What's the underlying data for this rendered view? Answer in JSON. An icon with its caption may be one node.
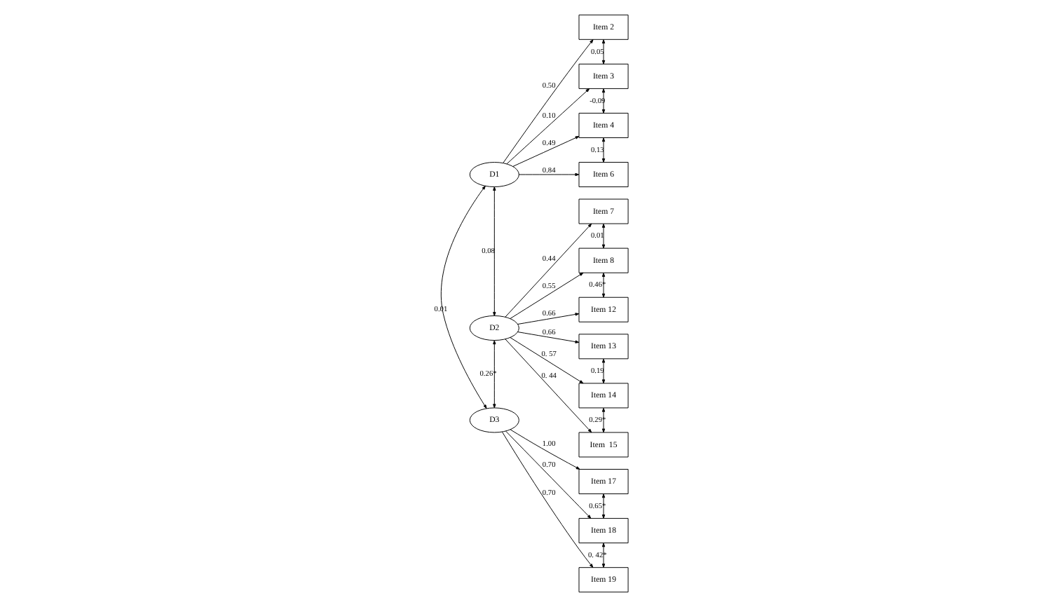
{
  "diagram": {
    "nodes": [
      {
        "text": [
          "Item 2"
        ]
      },
      {
        "text": [
          "Item 3"
        ]
      },
      {
        "text": [
          "Item 4"
        ]
      },
      {
        "text": [
          "Item 6"
        ]
      },
      {
        "text": [
          "D1"
        ]
      },
      {
        "text": [
          "D2"
        ]
      },
      {
        "text": [
          "D3"
        ]
      },
      {
        "text": [
          "Item 7"
        ]
      },
      {
        "text": [
          "Item 8"
        ]
      },
      {
        "text": [
          "Item 12"
        ]
      },
      {
        "text": [
          "Item 13"
        ]
      },
      {
        "text": [
          "Item 14"
        ]
      },
      {
        "text": [
          "Item  15"
        ]
      },
      {
        "text": [
          "Item 17"
        ]
      },
      {
        "text": [
          "Item 18"
        ]
      },
      {
        "text": [
          "Item 19"
        ]
      }
    ],
    "edges": [
      {
        "from": 4,
        "to": 0,
        "arrow": "to",
        "label": "0.50"
      },
      {
        "from": 4,
        "to": 1,
        "arrow": "to",
        "label": "0.10"
      },
      {
        "from": 4,
        "to": 2,
        "arrow": "to",
        "label": "0.49"
      },
      {
        "from": 4,
        "to": 3,
        "arrow": "to",
        "label": "0.84"
      },
      {
        "from": 4,
        "to": 5,
        "arrow": "both",
        "label": "0.08"
      },
      {
        "from": 4,
        "to": 6,
        "arrow": "both",
        "label": "0.01"
      },
      {
        "from": 5,
        "to": 6,
        "arrow": "both",
        "label": "0.26*"
      },
      {
        "from": 5,
        "to": 7,
        "arrow": "to",
        "label": "0.44"
      },
      {
        "from": 5,
        "to": 8,
        "arrow": "to",
        "label": "0.55"
      },
      {
        "from": 5,
        "to": 9,
        "arrow": "to",
        "label": "0.66"
      },
      {
        "from": 5,
        "to": 10,
        "arrow": "to",
        "label": "0.66"
      },
      {
        "from": 5,
        "to": 11,
        "arrow": "to",
        "label": "0. 57"
      },
      {
        "from": 5,
        "to": 12,
        "arrow": "to",
        "label": "0. 44"
      },
      {
        "from": 6,
        "to": 13,
        "arrow": "to",
        "label": "1.00"
      },
      {
        "from": 6,
        "to": 14,
        "arrow": "to",
        "label": "0.70"
      },
      {
        "from": 6,
        "to": 15,
        "arrow": "to",
        "label": "0.70"
      },
      {
        "from": 0,
        "to": 1,
        "arrow": "both",
        "label": "0.05"
      },
      {
        "from": 1,
        "to": 2,
        "arrow": "both",
        "label": "-0.09"
      },
      {
        "from": 2,
        "to": 3,
        "arrow": "both",
        "label": "0.13"
      },
      {
        "from": 7,
        "to": 8,
        "arrow": "both",
        "label": "0.01"
      },
      {
        "from": 8,
        "to": 9,
        "arrow": "both",
        "label": "0.46*"
      },
      {
        "from": 10,
        "to": 11,
        "arrow": "both",
        "label": "0.19"
      },
      {
        "from": 11,
        "to": 12,
        "arrow": "both",
        "label": "0.29*"
      },
      {
        "from": 13,
        "to": 14,
        "arrow": "both",
        "label": "0.65*"
      },
      {
        "from": 14,
        "to": 15,
        "arrow": "both",
        "label": "0. 42*"
      }
    ]
  }
}
